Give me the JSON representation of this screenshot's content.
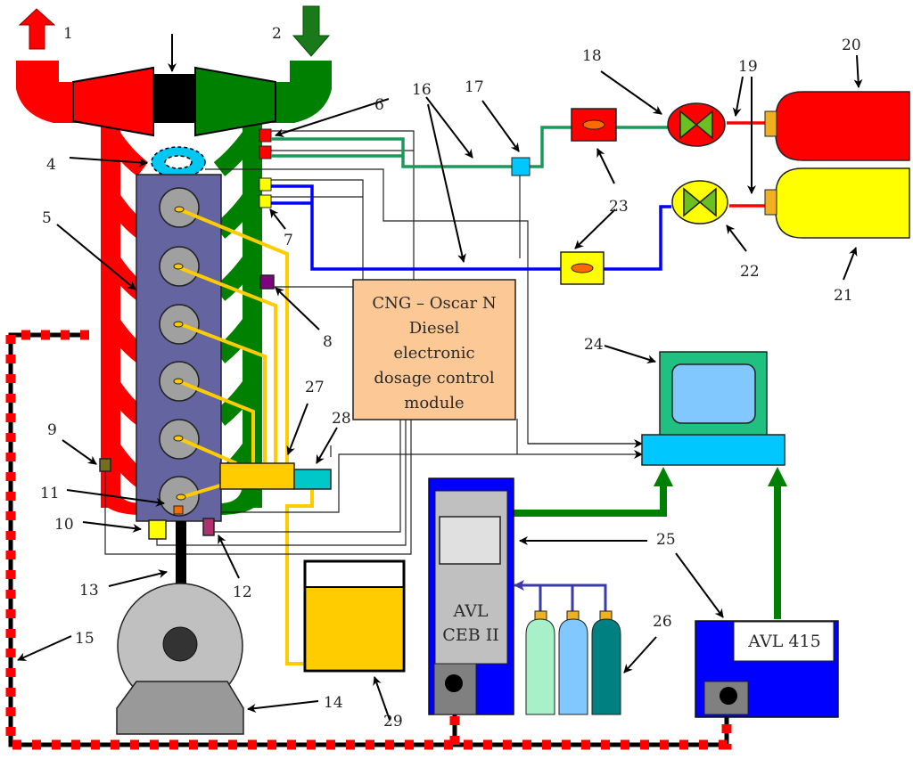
{
  "diagram": {
    "title": "CNG dual-fuel diesel engine test bench schematic",
    "colors": {
      "exhaust": "#ff0000",
      "intake": "#008000",
      "engine_block": "#6464a0",
      "cylinder": "#a0a0a0",
      "fuel_line": "#ffcc00",
      "cng_line_green": "#1a9a5a",
      "cng_line_blue": "#0000ff",
      "control_module": "#fcc896",
      "cng_tank_red": "#ff0000",
      "cng_tank_yellow": "#ffff00",
      "computer_screen": "#80c8ff",
      "computer_frame": "#20c080",
      "computer_base": "#00c8ff",
      "analyzer_body": "#0000ff",
      "ground_wire": "#ff0000"
    },
    "control_module": {
      "lines": [
        "CNG – Oscar N",
        "Diesel",
        "electronic",
        "dosage control",
        "module"
      ]
    },
    "analyzer_ceb": {
      "lines": [
        "AVL",
        "CEB II"
      ]
    },
    "analyzer_415": {
      "label": "AVL 415"
    },
    "labels": [
      {
        "id": "1",
        "text": "1"
      },
      {
        "id": "2",
        "text": "2"
      },
      {
        "id": "4",
        "text": "4"
      },
      {
        "id": "5",
        "text": "5"
      },
      {
        "id": "6",
        "text": "6"
      },
      {
        "id": "7",
        "text": "7"
      },
      {
        "id": "8",
        "text": "8"
      },
      {
        "id": "9",
        "text": "9"
      },
      {
        "id": "10",
        "text": "10"
      },
      {
        "id": "11",
        "text": "11"
      },
      {
        "id": "12",
        "text": "12"
      },
      {
        "id": "13",
        "text": "13"
      },
      {
        "id": "14",
        "text": "14"
      },
      {
        "id": "15",
        "text": "15"
      },
      {
        "id": "16",
        "text": "16"
      },
      {
        "id": "17",
        "text": "17"
      },
      {
        "id": "18",
        "text": "18"
      },
      {
        "id": "19",
        "text": "19"
      },
      {
        "id": "20",
        "text": "20"
      },
      {
        "id": "21",
        "text": "21"
      },
      {
        "id": "22",
        "text": "22"
      },
      {
        "id": "23",
        "text": "23"
      },
      {
        "id": "24",
        "text": "24"
      },
      {
        "id": "25",
        "text": "25"
      },
      {
        "id": "26",
        "text": "26"
      },
      {
        "id": "27",
        "text": "27"
      },
      {
        "id": "28",
        "text": "28"
      },
      {
        "id": "29",
        "text": "29"
      }
    ]
  }
}
